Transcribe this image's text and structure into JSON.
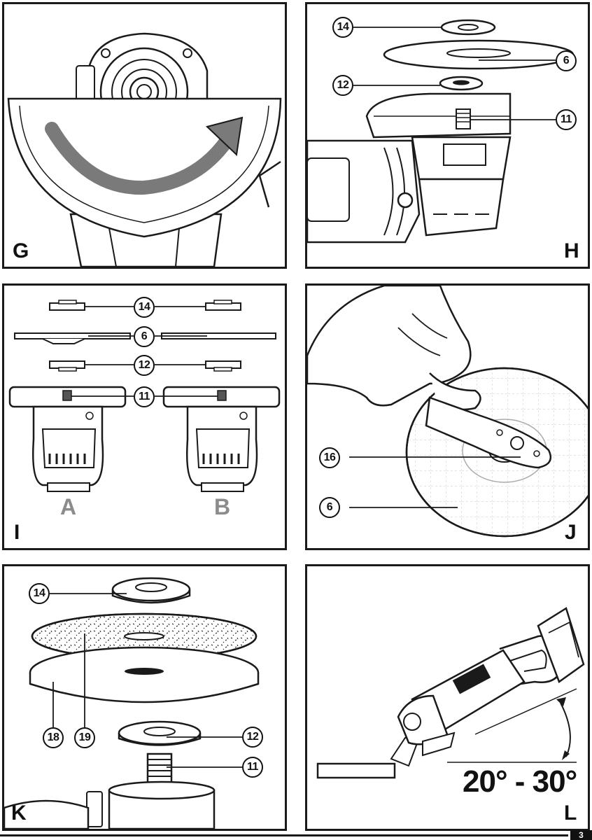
{
  "panels": {
    "G": {
      "label": "G"
    },
    "H": {
      "label": "H",
      "callouts": [
        "14",
        "6",
        "12",
        "11"
      ]
    },
    "I": {
      "label": "I",
      "callouts": [
        "14",
        "6",
        "12",
        "11"
      ],
      "variant_a": "A",
      "variant_b": "B"
    },
    "J": {
      "label": "J",
      "callouts": [
        "16",
        "6"
      ]
    },
    "K": {
      "label": "K",
      "callouts": [
        "14",
        "19",
        "18",
        "12",
        "11"
      ]
    },
    "L": {
      "label": "L",
      "angle_text": "20° - 30°"
    }
  },
  "page_number": "3",
  "colors": {
    "ink": "#1a1a1a",
    "arrow": "#7a7a7a",
    "variant": "#8c8c8c"
  }
}
